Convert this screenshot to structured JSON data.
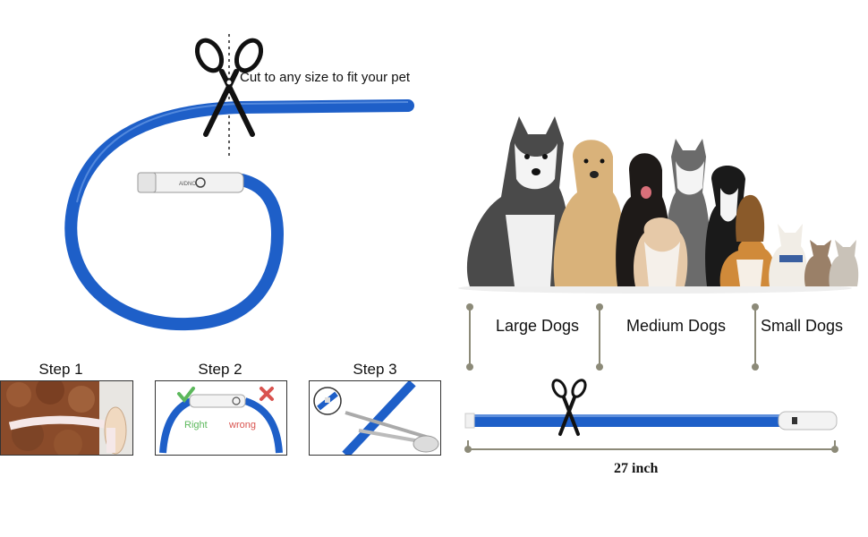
{
  "cut_caption": "Cut to any size to fit your pet",
  "steps": [
    {
      "label": "Step 1"
    },
    {
      "label": "Step 2",
      "right_text": "Right",
      "wrong_text": "wrong"
    },
    {
      "label": "Step 3"
    }
  ],
  "categories": [
    "Large Dogs",
    "Medium Dogs",
    "Small Dogs"
  ],
  "length_label": "27 inch",
  "colors": {
    "tube_blue": "#1e5fc8",
    "right_green": "#5cb85c",
    "wrong_red": "#d9534f",
    "divider": "#8c8a78"
  },
  "icons": [
    "scissors-icon",
    "check-icon",
    "cross-icon"
  ]
}
